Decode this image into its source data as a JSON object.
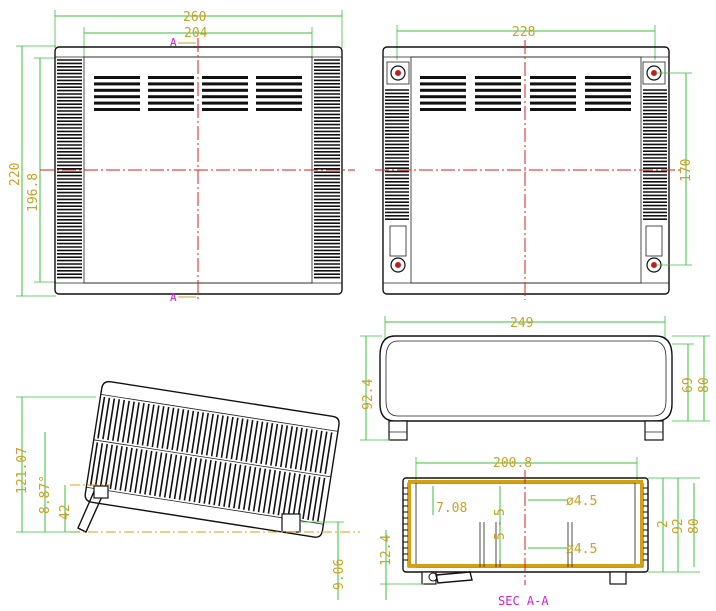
{
  "front": {
    "width_overall": "260",
    "width_inner": "204",
    "height_overall": "220",
    "height_inner": "196.8",
    "section_mark_top": "A",
    "section_mark_bottom": "A"
  },
  "back": {
    "width": "228",
    "height": "170"
  },
  "top": {
    "length": "249",
    "height_left": "92.4",
    "height_right_a": "69",
    "height_right_b": "80"
  },
  "side": {
    "height": "121.07",
    "tilt_angle": "8.87°",
    "foot_height": "42",
    "foot_offset": "9.06"
  },
  "section": {
    "width": "200.8",
    "wall": "7.08",
    "slot_upper": "5",
    "slot_lower": "5",
    "hole_upper": "ø4.5",
    "hole_lower": "ø4.5",
    "bottom_gap": "12.4",
    "h1": "2",
    "h2": "92",
    "h3": "80",
    "title": "SEC A-A"
  },
  "colors": {
    "dimension_text": "#c9a227",
    "dimension_line": "#3cbf3c",
    "center_line": "#d42020",
    "section_mark": "#d020d0"
  }
}
